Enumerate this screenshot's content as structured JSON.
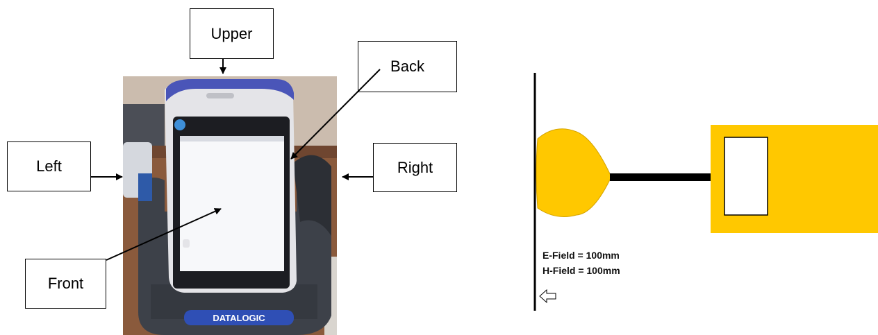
{
  "labels": {
    "upper": "Upper",
    "back": "Back",
    "left": "Left",
    "right": "Right",
    "front": "Front"
  },
  "device_logo": "DATALOGIC",
  "probe": {
    "e_field": "E-Field = 100mm",
    "h_field": "H-Field = 100mm"
  },
  "colors": {
    "probe_yellow": "#FFC800",
    "cradle": "#3a3f47",
    "device_body": "#e8e8ea",
    "device_top": "#4a55b8",
    "logo_band": "#2f4fb5",
    "wood": "#8a5a3c",
    "wall": "#c8b8a8"
  }
}
